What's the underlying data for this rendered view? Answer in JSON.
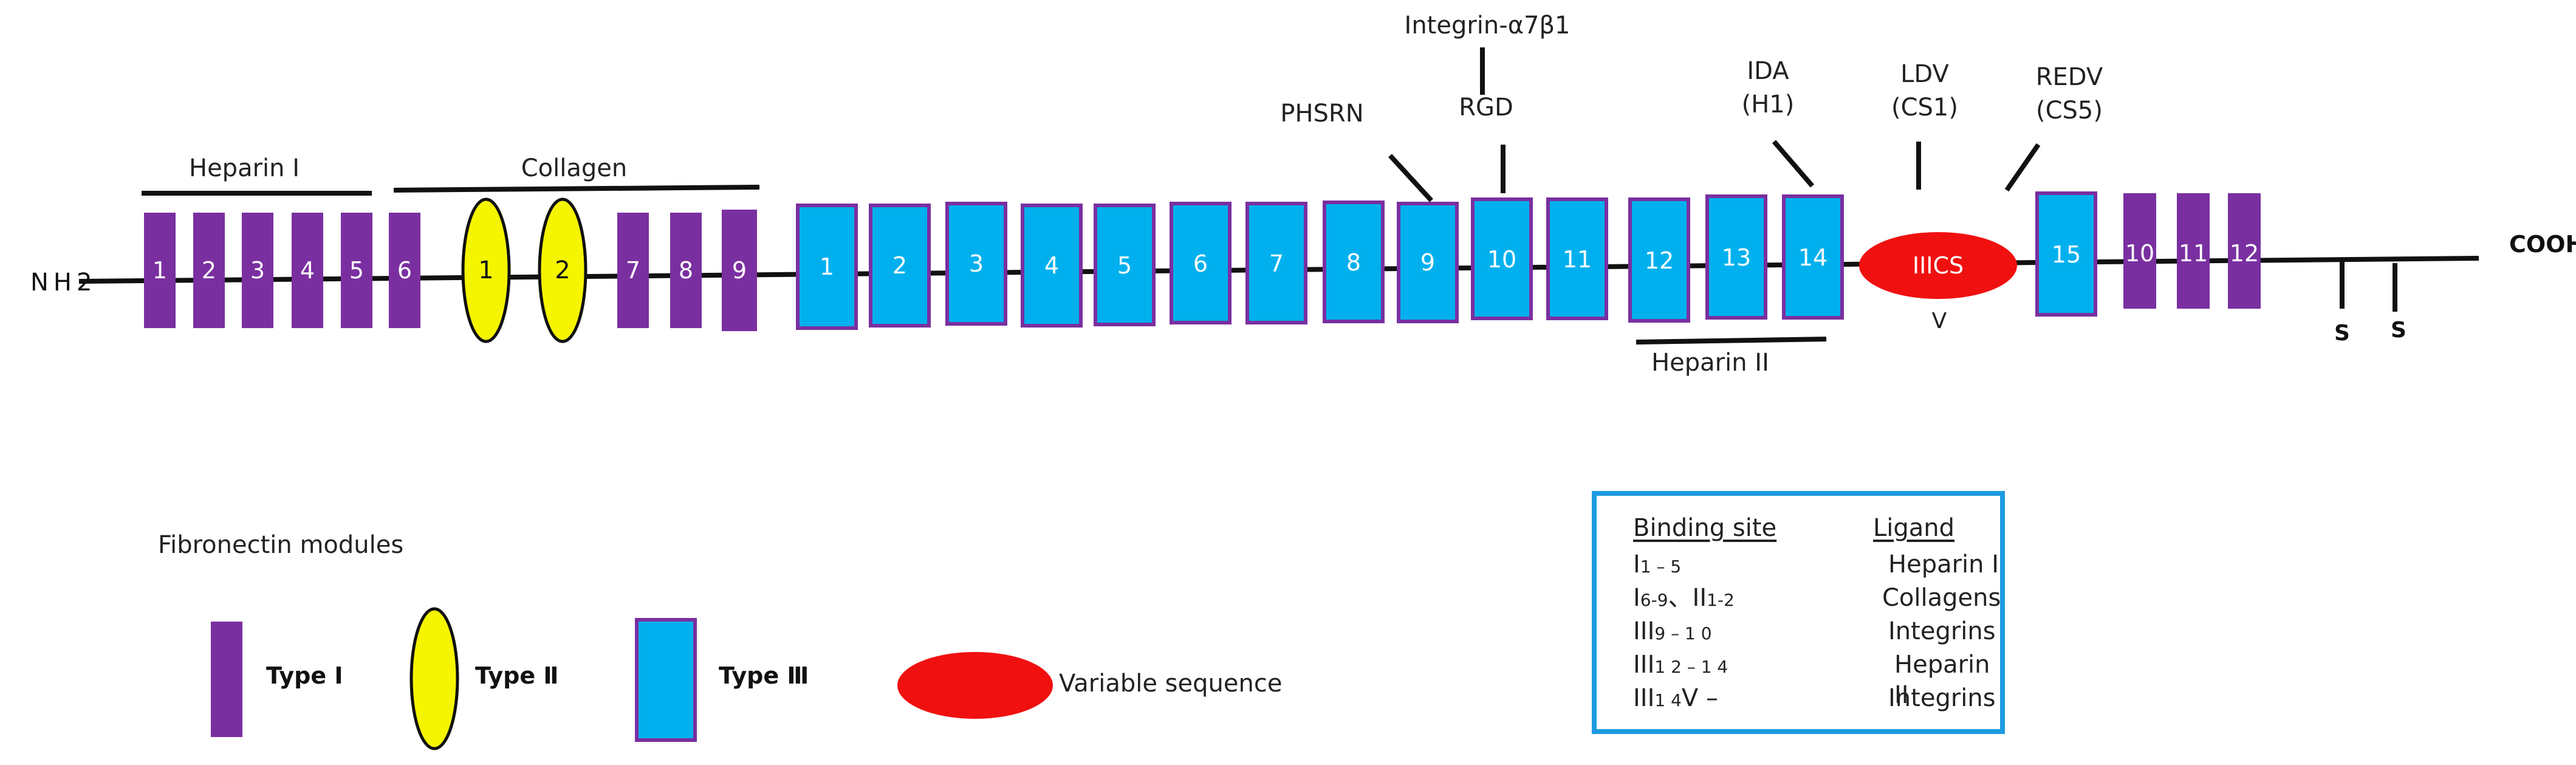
{
  "ends": {
    "n_term": "NH2",
    "c_term": "COOH"
  },
  "colors": {
    "type1": "#7a2fa0",
    "type2": "#f5f500",
    "type3": "#00b0ee",
    "type3_border": "#7a2fa0",
    "variable": "#f01010",
    "line": "#111111",
    "legend_border": "#1c9be0"
  },
  "type1_modules": [
    "1",
    "2",
    "3",
    "4",
    "5",
    "6",
    "7",
    "8",
    "9",
    "10",
    "11",
    "12"
  ],
  "type2_modules": [
    "1",
    "2"
  ],
  "type3_modules": [
    "1",
    "2",
    "3",
    "4",
    "5",
    "6",
    "7",
    "8",
    "9",
    "10",
    "11",
    "12",
    "13",
    "14",
    "15"
  ],
  "variable_region": {
    "label": "IIICS",
    "sublabel": "V"
  },
  "region_labels": {
    "heparin1": "Heparin I",
    "collagen": "Collagen",
    "heparin2": "Heparin II"
  },
  "site_labels": {
    "integrin": "Integrin-α7β1",
    "rgd": "RGD",
    "phsrn": "PHSRN",
    "ida": "IDA",
    "ida_sub": "(H1)",
    "ldv": "LDV",
    "ldv_sub": "(CS1)",
    "redv": "REDV",
    "redv_sub": "(CS5)"
  },
  "disulfide": [
    "S",
    "S"
  ],
  "legend": {
    "title": "Fibronectin modules",
    "type1": "Type Ⅰ",
    "type2": "Type Ⅱ",
    "type3": "Type Ⅲ",
    "variable": "Variable sequence"
  },
  "binding_table": {
    "header_site": "Binding site",
    "header_ligand": "Ligand",
    "rows": [
      {
        "main": "I",
        "sub": "1 – 5",
        "ligand": "Heparin I"
      },
      {
        "main": "I",
        "sub": "6-9",
        "sep": "、",
        "main2": "II",
        "sub2": "1-2",
        "ligand": "Collagens"
      },
      {
        "main": "III",
        "sub": "9 – 1 0",
        "ligand": "Integrins"
      },
      {
        "main": "III",
        "sub": "1 2 – 1 4",
        "ligand": "Heparin II"
      },
      {
        "main": "III",
        "sub": "1 4",
        "tail": "V –",
        "ligand": "Integrins"
      }
    ]
  }
}
